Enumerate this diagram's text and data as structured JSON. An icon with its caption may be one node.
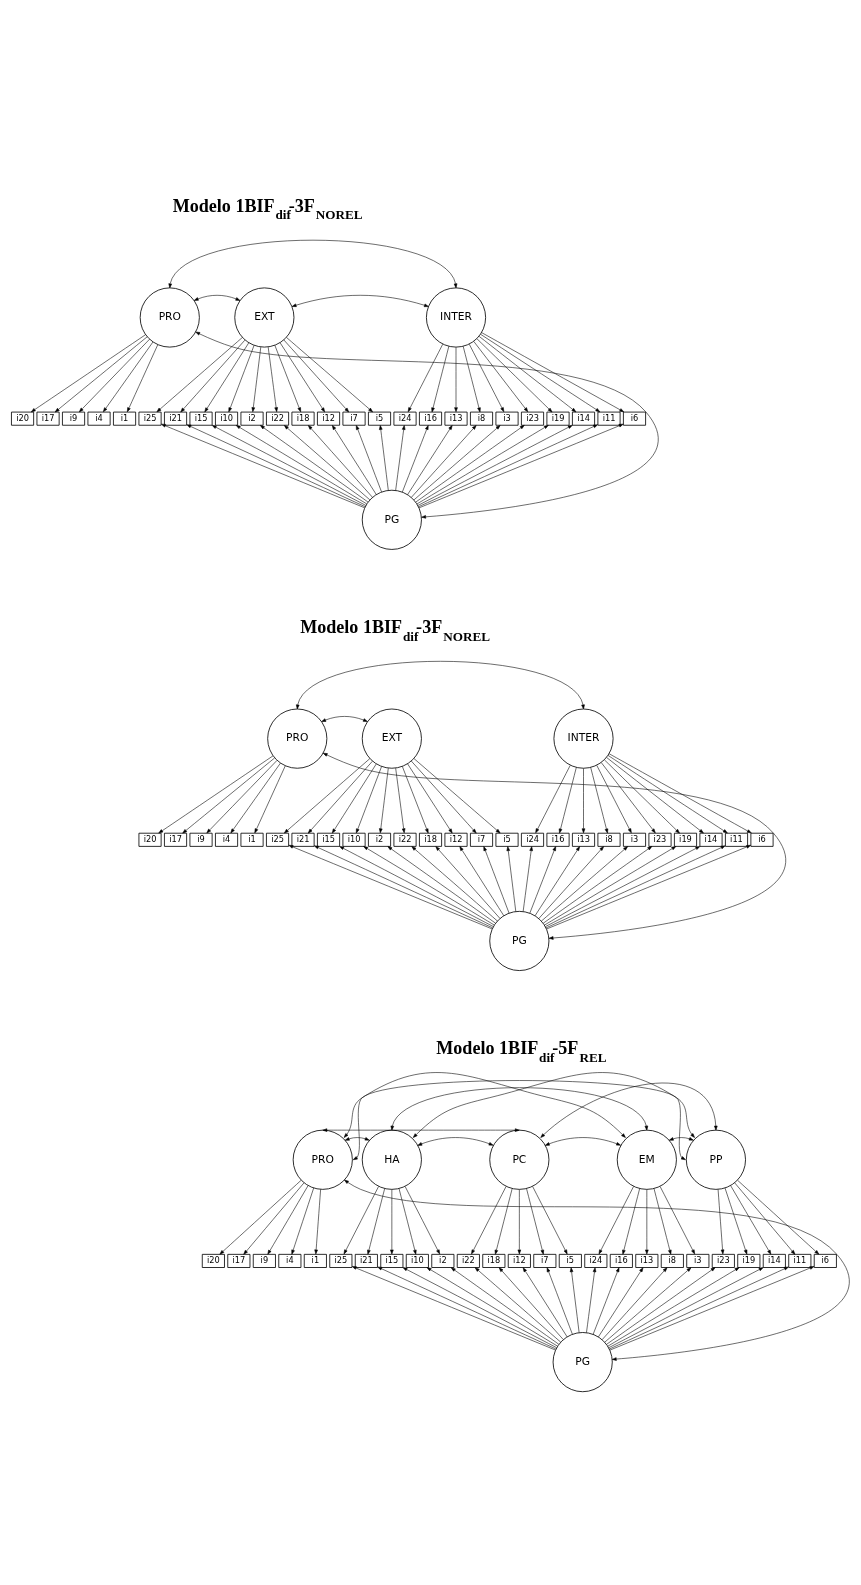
{
  "diagram": {
    "nodes": [
      {
        "text": [
          "PRO"
        ]
      },
      {
        "text": [
          "EXT"
        ]
      },
      {
        "text": [
          "INTER"
        ]
      },
      {
        "text": [
          "i20"
        ]
      },
      {
        "text": [
          "i17"
        ]
      },
      {
        "text": [
          "i9"
        ]
      },
      {
        "text": [
          "i4"
        ]
      },
      {
        "text": [
          "i1"
        ]
      },
      {
        "text": [
          "i25"
        ]
      },
      {
        "text": [
          "i21"
        ]
      },
      {
        "text": [
          "i15"
        ]
      },
      {
        "text": [
          "i10"
        ]
      },
      {
        "text": [
          "i2"
        ]
      },
      {
        "text": [
          "i22"
        ]
      },
      {
        "text": [
          "i18"
        ]
      },
      {
        "text": [
          "i12"
        ]
      },
      {
        "text": [
          "i7"
        ]
      },
      {
        "text": [
          "i5"
        ]
      },
      {
        "text": [
          "i24"
        ]
      },
      {
        "text": [
          "i16"
        ]
      },
      {
        "text": [
          "i13"
        ]
      },
      {
        "text": [
          "i8"
        ]
      },
      {
        "text": [
          "i3"
        ]
      },
      {
        "text": [
          "i23"
        ]
      },
      {
        "text": [
          "i19"
        ]
      },
      {
        "text": [
          "i14"
        ]
      },
      {
        "text": [
          "i11"
        ]
      },
      {
        "text": [
          "i6"
        ]
      },
      {
        "text": [
          "PG"
        ]
      },
      {
        "text": [
          "PRO"
        ]
      },
      {
        "text": [
          "EXT"
        ]
      },
      {
        "text": [
          "INTER"
        ]
      },
      {
        "text": [
          "i20"
        ]
      },
      {
        "text": [
          "i17"
        ]
      },
      {
        "text": [
          "i9"
        ]
      },
      {
        "text": [
          "i4"
        ]
      },
      {
        "text": [
          "i1"
        ]
      },
      {
        "text": [
          "i25"
        ]
      },
      {
        "text": [
          "i21"
        ]
      },
      {
        "text": [
          "i15"
        ]
      },
      {
        "text": [
          "i10"
        ]
      },
      {
        "text": [
          "i2"
        ]
      },
      {
        "text": [
          "i22"
        ]
      },
      {
        "text": [
          "i18"
        ]
      },
      {
        "text": [
          "i12"
        ]
      },
      {
        "text": [
          "i7"
        ]
      },
      {
        "text": [
          "i5"
        ]
      },
      {
        "text": [
          "i24"
        ]
      },
      {
        "text": [
          "i16"
        ]
      },
      {
        "text": [
          "i13"
        ]
      },
      {
        "text": [
          "i8"
        ]
      },
      {
        "text": [
          "i3"
        ]
      },
      {
        "text": [
          "i23"
        ]
      },
      {
        "text": [
          "i19"
        ]
      },
      {
        "text": [
          "i14"
        ]
      },
      {
        "text": [
          "i11"
        ]
      },
      {
        "text": [
          "i6"
        ]
      },
      {
        "text": [
          "PG"
        ]
      },
      {
        "text": [
          "PRO"
        ]
      },
      {
        "text": [
          "HA"
        ]
      },
      {
        "text": [
          "PC"
        ]
      },
      {
        "text": [
          "EM"
        ]
      },
      {
        "text": [
          "PP"
        ]
      },
      {
        "text": [
          "i20"
        ]
      },
      {
        "text": [
          "i17"
        ]
      },
      {
        "text": [
          "i9"
        ]
      },
      {
        "text": [
          "i4"
        ]
      },
      {
        "text": [
          "i1"
        ]
      },
      {
        "text": [
          "i25"
        ]
      },
      {
        "text": [
          "i21"
        ]
      },
      {
        "text": [
          "i15"
        ]
      },
      {
        "text": [
          "i10"
        ]
      },
      {
        "text": [
          "i2"
        ]
      },
      {
        "text": [
          "i22"
        ]
      },
      {
        "text": [
          "i18"
        ]
      },
      {
        "text": [
          "i12"
        ]
      },
      {
        "text": [
          "i7"
        ]
      },
      {
        "text": [
          "i5"
        ]
      },
      {
        "text": [
          "i24"
        ]
      },
      {
        "text": [
          "i16"
        ]
      },
      {
        "text": [
          "i13"
        ]
      },
      {
        "text": [
          "i8"
        ]
      },
      {
        "text": [
          "i3"
        ]
      },
      {
        "text": [
          "i23"
        ]
      },
      {
        "text": [
          "i19"
        ]
      },
      {
        "text": [
          "i14"
        ]
      },
      {
        "text": [
          "i11"
        ]
      },
      {
        "text": [
          "i6"
        ]
      },
      {
        "text": [
          "PG"
        ]
      }
    ],
    "edges": [
      {
        "from": 0,
        "to": 2,
        "arrow": "both"
      },
      {
        "from": 0,
        "to": 1,
        "arrow": "both"
      },
      {
        "from": 1,
        "to": 2,
        "arrow": "both"
      },
      {
        "from": 0,
        "to": 3,
        "arrow": "to"
      },
      {
        "from": 0,
        "to": 4,
        "arrow": "to"
      },
      {
        "from": 0,
        "to": 5,
        "arrow": "to"
      },
      {
        "from": 0,
        "to": 6,
        "arrow": "to"
      },
      {
        "from": 0,
        "to": 7,
        "arrow": "to"
      },
      {
        "from": 1,
        "to": 8,
        "arrow": "to"
      },
      {
        "from": 1,
        "to": 9,
        "arrow": "to"
      },
      {
        "from": 1,
        "to": 10,
        "arrow": "to"
      },
      {
        "from": 1,
        "to": 11,
        "arrow": "to"
      },
      {
        "from": 1,
        "to": 12,
        "arrow": "to"
      },
      {
        "from": 1,
        "to": 13,
        "arrow": "to"
      },
      {
        "from": 1,
        "to": 14,
        "arrow": "to"
      },
      {
        "from": 1,
        "to": 15,
        "arrow": "to"
      },
      {
        "from": 1,
        "to": 16,
        "arrow": "to"
      },
      {
        "from": 1,
        "to": 17,
        "arrow": "to"
      },
      {
        "from": 2,
        "to": 18,
        "arrow": "to"
      },
      {
        "from": 2,
        "to": 19,
        "arrow": "to"
      },
      {
        "from": 2,
        "to": 20,
        "arrow": "to"
      },
      {
        "from": 2,
        "to": 21,
        "arrow": "to"
      },
      {
        "from": 2,
        "to": 22,
        "arrow": "to"
      },
      {
        "from": 2,
        "to": 23,
        "arrow": "to"
      },
      {
        "from": 2,
        "to": 24,
        "arrow": "to"
      },
      {
        "from": 2,
        "to": 25,
        "arrow": "to"
      },
      {
        "from": 2,
        "to": 26,
        "arrow": "to"
      },
      {
        "from": 2,
        "to": 27,
        "arrow": "to"
      },
      {
        "from": 28,
        "to": 8,
        "arrow": "to"
      },
      {
        "from": 28,
        "to": 9,
        "arrow": "to"
      },
      {
        "from": 28,
        "to": 10,
        "arrow": "to"
      },
      {
        "from": 28,
        "to": 11,
        "arrow": "to"
      },
      {
        "from": 28,
        "to": 12,
        "arrow": "to"
      },
      {
        "from": 28,
        "to": 13,
        "arrow": "to"
      },
      {
        "from": 28,
        "to": 14,
        "arrow": "to"
      },
      {
        "from": 28,
        "to": 15,
        "arrow": "to"
      },
      {
        "from": 28,
        "to": 16,
        "arrow": "to"
      },
      {
        "from": 28,
        "to": 17,
        "arrow": "to"
      },
      {
        "from": 28,
        "to": 18,
        "arrow": "to"
      },
      {
        "from": 28,
        "to": 19,
        "arrow": "to"
      },
      {
        "from": 28,
        "to": 20,
        "arrow": "to"
      },
      {
        "from": 28,
        "to": 21,
        "arrow": "to"
      },
      {
        "from": 28,
        "to": 22,
        "arrow": "to"
      },
      {
        "from": 28,
        "to": 23,
        "arrow": "to"
      },
      {
        "from": 28,
        "to": 24,
        "arrow": "to"
      },
      {
        "from": 28,
        "to": 25,
        "arrow": "to"
      },
      {
        "from": 28,
        "to": 26,
        "arrow": "to"
      },
      {
        "from": 28,
        "to": 27,
        "arrow": "to"
      },
      {
        "from": 0,
        "to": 28,
        "arrow": "both"
      },
      {
        "from": 29,
        "to": 31,
        "arrow": "both"
      },
      {
        "from": 29,
        "to": 30,
        "arrow": "both"
      },
      {
        "from": 29,
        "to": 32,
        "arrow": "to"
      },
      {
        "from": 29,
        "to": 33,
        "arrow": "to"
      },
      {
        "from": 29,
        "to": 34,
        "arrow": "to"
      },
      {
        "from": 29,
        "to": 35,
        "arrow": "to"
      },
      {
        "from": 29,
        "to": 36,
        "arrow": "to"
      },
      {
        "from": 30,
        "to": 37,
        "arrow": "to"
      },
      {
        "from": 30,
        "to": 38,
        "arrow": "to"
      },
      {
        "from": 30,
        "to": 39,
        "arrow": "to"
      },
      {
        "from": 30,
        "to": 40,
        "arrow": "to"
      },
      {
        "from": 30,
        "to": 41,
        "arrow": "to"
      },
      {
        "from": 30,
        "to": 42,
        "arrow": "to"
      },
      {
        "from": 30,
        "to": 43,
        "arrow": "to"
      },
      {
        "from": 30,
        "to": 44,
        "arrow": "to"
      },
      {
        "from": 30,
        "to": 45,
        "arrow": "to"
      },
      {
        "from": 30,
        "to": 46,
        "arrow": "to"
      },
      {
        "from": 31,
        "to": 47,
        "arrow": "to"
      },
      {
        "from": 31,
        "to": 48,
        "arrow": "to"
      },
      {
        "from": 31,
        "to": 49,
        "arrow": "to"
      },
      {
        "from": 31,
        "to": 50,
        "arrow": "to"
      },
      {
        "from": 31,
        "to": 51,
        "arrow": "to"
      },
      {
        "from": 31,
        "to": 52,
        "arrow": "to"
      },
      {
        "from": 31,
        "to": 53,
        "arrow": "to"
      },
      {
        "from": 31,
        "to": 54,
        "arrow": "to"
      },
      {
        "from": 31,
        "to": 55,
        "arrow": "to"
      },
      {
        "from": 31,
        "to": 56,
        "arrow": "to"
      },
      {
        "from": 57,
        "to": 37,
        "arrow": "to"
      },
      {
        "from": 57,
        "to": 38,
        "arrow": "to"
      },
      {
        "from": 57,
        "to": 39,
        "arrow": "to"
      },
      {
        "from": 57,
        "to": 40,
        "arrow": "to"
      },
      {
        "from": 57,
        "to": 41,
        "arrow": "to"
      },
      {
        "from": 57,
        "to": 42,
        "arrow": "to"
      },
      {
        "from": 57,
        "to": 43,
        "arrow": "to"
      },
      {
        "from": 57,
        "to": 44,
        "arrow": "to"
      },
      {
        "from": 57,
        "to": 45,
        "arrow": "to"
      },
      {
        "from": 57,
        "to": 46,
        "arrow": "to"
      },
      {
        "from": 57,
        "to": 47,
        "arrow": "to"
      },
      {
        "from": 57,
        "to": 48,
        "arrow": "to"
      },
      {
        "from": 57,
        "to": 49,
        "arrow": "to"
      },
      {
        "from": 57,
        "to": 50,
        "arrow": "to"
      },
      {
        "from": 57,
        "to": 51,
        "arrow": "to"
      },
      {
        "from": 57,
        "to": 52,
        "arrow": "to"
      },
      {
        "from": 57,
        "to": 53,
        "arrow": "to"
      },
      {
        "from": 57,
        "to": 54,
        "arrow": "to"
      },
      {
        "from": 57,
        "to": 55,
        "arrow": "to"
      },
      {
        "from": 57,
        "to": 56,
        "arrow": "to"
      },
      {
        "from": 29,
        "to": 57,
        "arrow": "both"
      },
      {
        "from": 58,
        "to": 62,
        "arrow": "both"
      },
      {
        "from": 58,
        "to": 61,
        "arrow": "both"
      },
      {
        "from": 59,
        "to": 62,
        "arrow": "both"
      },
      {
        "from": 58,
        "to": 60,
        "arrow": "both"
      },
      {
        "from": 59,
        "to": 61,
        "arrow": "both"
      },
      {
        "from": 60,
        "to": 62,
        "arrow": "both"
      },
      {
        "from": 58,
        "to": 59,
        "arrow": "both"
      },
      {
        "from": 59,
        "to": 60,
        "arrow": "both"
      },
      {
        "from": 60,
        "to": 61,
        "arrow": "both"
      },
      {
        "from": 61,
        "to": 62,
        "arrow": "both"
      },
      {
        "from": 58,
        "to": 63,
        "arrow": "to"
      },
      {
        "from": 58,
        "to": 64,
        "arrow": "to"
      },
      {
        "from": 58,
        "to": 65,
        "arrow": "to"
      },
      {
        "from": 58,
        "to": 66,
        "arrow": "to"
      },
      {
        "from": 58,
        "to": 67,
        "arrow": "to"
      },
      {
        "from": 59,
        "to": 68,
        "arrow": "to"
      },
      {
        "from": 59,
        "to": 69,
        "arrow": "to"
      },
      {
        "from": 59,
        "to": 70,
        "arrow": "to"
      },
      {
        "from": 59,
        "to": 71,
        "arrow": "to"
      },
      {
        "from": 59,
        "to": 72,
        "arrow": "to"
      },
      {
        "from": 60,
        "to": 73,
        "arrow": "to"
      },
      {
        "from": 60,
        "to": 74,
        "arrow": "to"
      },
      {
        "from": 60,
        "to": 75,
        "arrow": "to"
      },
      {
        "from": 60,
        "to": 76,
        "arrow": "to"
      },
      {
        "from": 60,
        "to": 77,
        "arrow": "to"
      },
      {
        "from": 61,
        "to": 78,
        "arrow": "to"
      },
      {
        "from": 61,
        "to": 79,
        "arrow": "to"
      },
      {
        "from": 61,
        "to": 80,
        "arrow": "to"
      },
      {
        "from": 61,
        "to": 81,
        "arrow": "to"
      },
      {
        "from": 61,
        "to": 82,
        "arrow": "to"
      },
      {
        "from": 62,
        "to": 83,
        "arrow": "to"
      },
      {
        "from": 62,
        "to": 84,
        "arrow": "to"
      },
      {
        "from": 62,
        "to": 85,
        "arrow": "to"
      },
      {
        "from": 62,
        "to": 86,
        "arrow": "to"
      },
      {
        "from": 62,
        "to": 87,
        "arrow": "to"
      },
      {
        "from": 88,
        "to": 68,
        "arrow": "to"
      },
      {
        "from": 88,
        "to": 69,
        "arrow": "to"
      },
      {
        "from": 88,
        "to": 70,
        "arrow": "to"
      },
      {
        "from": 88,
        "to": 71,
        "arrow": "to"
      },
      {
        "from": 88,
        "to": 72,
        "arrow": "to"
      },
      {
        "from": 88,
        "to": 73,
        "arrow": "to"
      },
      {
        "from": 88,
        "to": 74,
        "arrow": "to"
      },
      {
        "from": 88,
        "to": 75,
        "arrow": "to"
      },
      {
        "from": 88,
        "to": 76,
        "arrow": "to"
      },
      {
        "from": 88,
        "to": 77,
        "arrow": "to"
      },
      {
        "from": 88,
        "to": 78,
        "arrow": "to"
      },
      {
        "from": 88,
        "to": 79,
        "arrow": "to"
      },
      {
        "from": 88,
        "to": 80,
        "arrow": "to"
      },
      {
        "from": 88,
        "to": 81,
        "arrow": "to"
      },
      {
        "from": 88,
        "to": 82,
        "arrow": "to"
      },
      {
        "from": 88,
        "to": 83,
        "arrow": "to"
      },
      {
        "from": 88,
        "to": 84,
        "arrow": "to"
      },
      {
        "from": 88,
        "to": 85,
        "arrow": "to"
      },
      {
        "from": 88,
        "to": 86,
        "arrow": "to"
      },
      {
        "from": 88,
        "to": 87,
        "arrow": "to"
      },
      {
        "from": 58,
        "to": 88,
        "arrow": "both"
      }
    ],
    "labels": [
      "Modelo 1BIF$_{dif}$-3F$_{NOREL}$",
      "Modelo 1BIF$_{dif}$-3F$_{NOREL}$",
      "Modelo 1BIF$_{dif}$-5F$_{REL}$"
    ]
  }
}
